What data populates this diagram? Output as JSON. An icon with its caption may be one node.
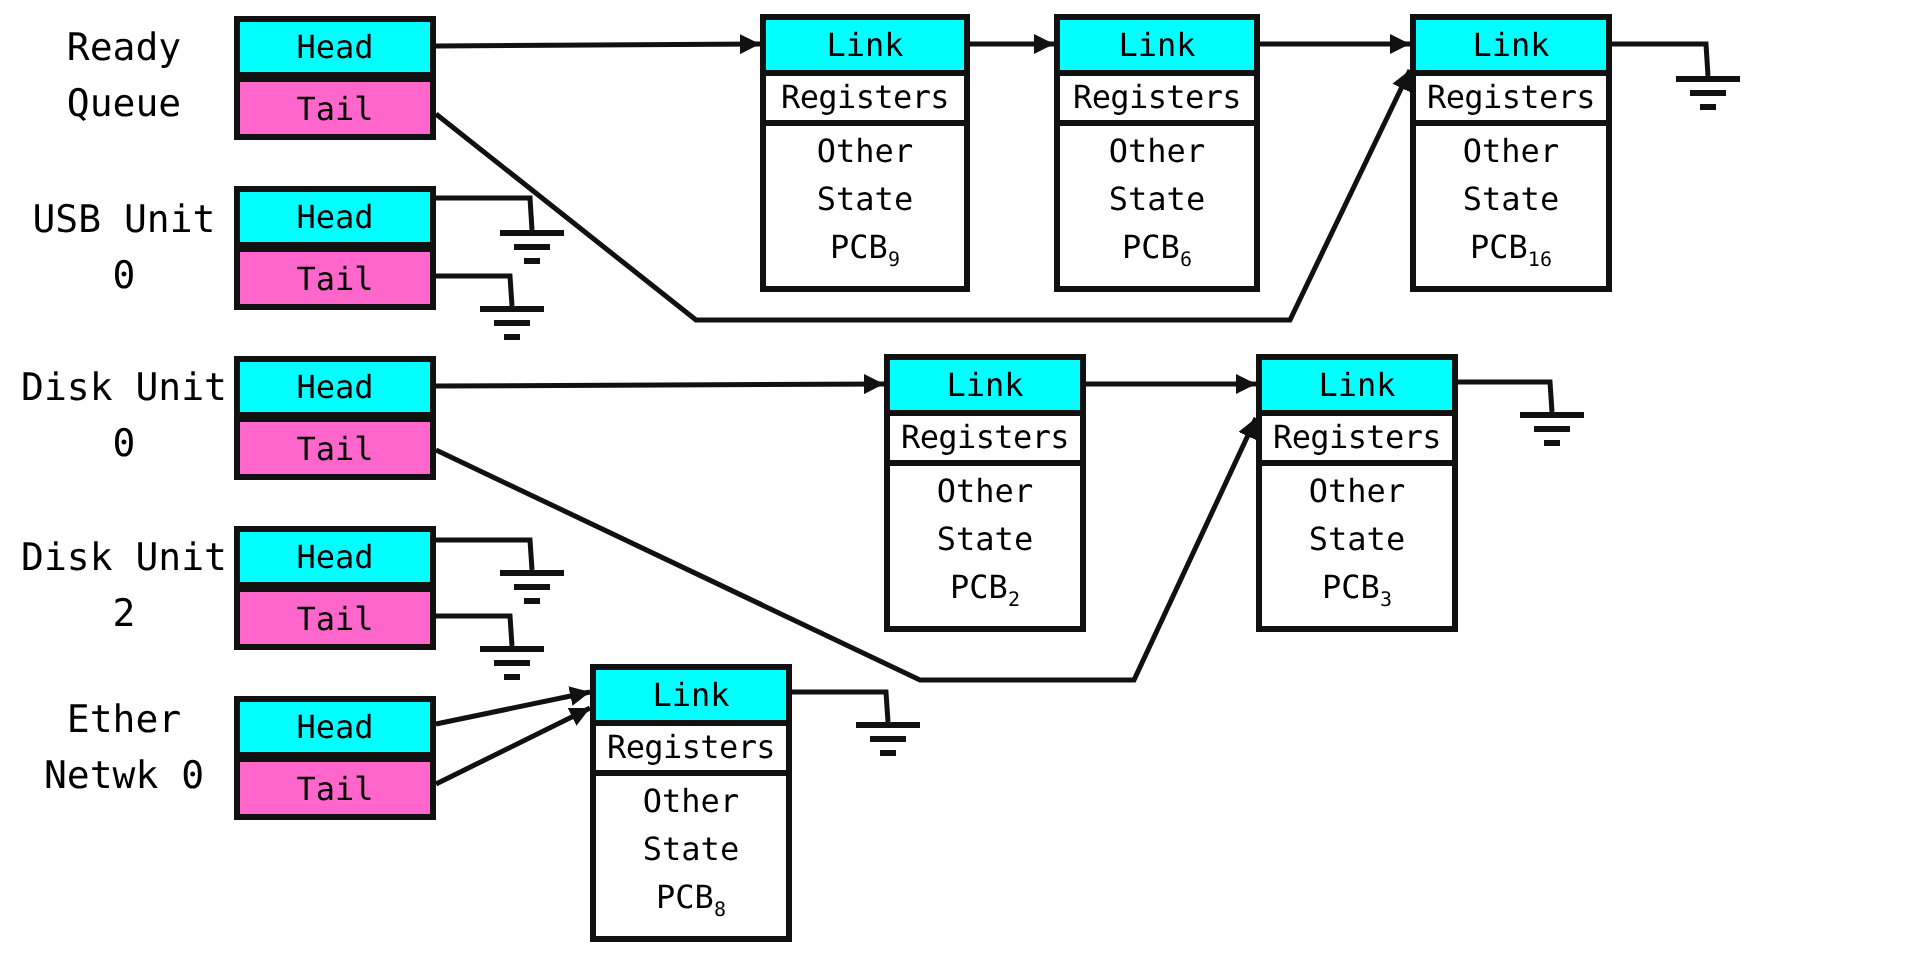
{
  "diagram": {
    "nodes": [
      {
        "text": [
          "Head"
        ]
      },
      {
        "text": [
          "Tail"
        ]
      },
      {
        "text": [
          "Link",
          "Registers",
          "Other State",
          "PCB$_{9}$"
        ]
      },
      {
        "text": [
          "Link",
          "Registers",
          "Other State",
          "PCB$_{6}$"
        ]
      },
      {
        "text": [
          "Link",
          "Registers",
          "Other State",
          "PCB$_{16}$"
        ]
      },
      {
        "text": [],
        "shape": "ground"
      },
      {
        "text": [
          "Head"
        ]
      },
      {
        "text": [
          "Tail"
        ]
      },
      {
        "text": [],
        "shape": "ground"
      },
      {
        "text": [],
        "shape": "ground"
      },
      {
        "text": [
          "Head"
        ]
      },
      {
        "text": [
          "Tail"
        ]
      },
      {
        "text": [
          "Link",
          "Registers",
          "Other State",
          "PCB$_{2}$"
        ]
      },
      {
        "text": [
          "Link",
          "Registers",
          "Other State",
          "PCB$_{3}$"
        ]
      },
      {
        "text": [],
        "shape": "ground"
      },
      {
        "text": [
          "Head"
        ]
      },
      {
        "text": [
          "Tail"
        ]
      },
      {
        "text": [],
        "shape": "ground"
      },
      {
        "text": [],
        "shape": "ground"
      },
      {
        "text": [
          "Head"
        ]
      },
      {
        "text": [
          "Tail"
        ]
      },
      {
        "text": [
          "Link",
          "Registers",
          "Other State",
          "PCB$_{8}$"
        ]
      },
      {
        "text": [],
        "shape": "ground"
      }
    ],
    "edges": [
      {
        "from": 0,
        "to": 2,
        "arrow": "to"
      },
      {
        "from": 2,
        "to": 3,
        "arrow": "to"
      },
      {
        "from": 3,
        "to": 4,
        "arrow": "to"
      },
      {
        "from": 4,
        "to": 5,
        "arrow": "none"
      },
      {
        "from": 1,
        "to": 4,
        "arrow": "to"
      },
      {
        "from": 6,
        "to": 8,
        "arrow": "none"
      },
      {
        "from": 7,
        "to": 9,
        "arrow": "none"
      },
      {
        "from": 10,
        "to": 12,
        "arrow": "to"
      },
      {
        "from": 12,
        "to": 13,
        "arrow": "to"
      },
      {
        "from": 13,
        "to": 14,
        "arrow": "none"
      },
      {
        "from": 11,
        "to": 13,
        "arrow": "to"
      },
      {
        "from": 15,
        "to": 17,
        "arrow": "none"
      },
      {
        "from": 16,
        "to": 18,
        "arrow": "none"
      },
      {
        "from": 19,
        "to": 21,
        "arrow": "to"
      },
      {
        "from": 20,
        "to": 21,
        "arrow": "to"
      },
      {
        "from": 21,
        "to": 22,
        "arrow": "none"
      }
    ],
    "labels": [
      "Ready Queue",
      "USB Unit 0",
      "Disk Unit 0",
      "Disk Unit 2",
      "Ether Netwk 0"
    ]
  }
}
